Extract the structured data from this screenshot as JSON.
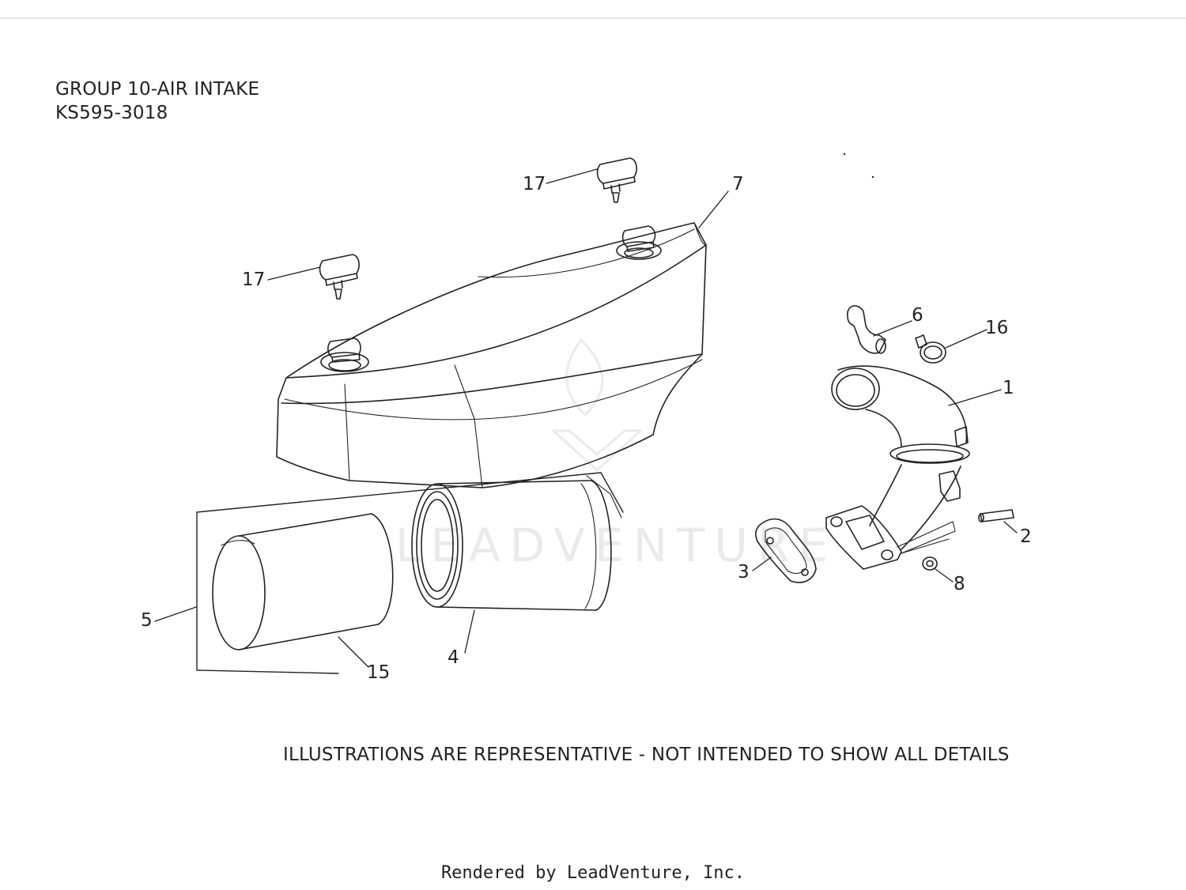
{
  "header": {
    "group_title": "GROUP 10-AIR INTAKE",
    "model_code": "KS595-3018"
  },
  "callouts": {
    "c1": "1",
    "c2": "2",
    "c3": "3",
    "c4": "4",
    "c5": "5",
    "c6": "6",
    "c7": "7",
    "c8": "8",
    "c15": "15",
    "c16": "16",
    "c17a": "17",
    "c17b": "17"
  },
  "disclaimer": "ILLUSTRATIONS ARE REPRESENTATIVE - NOT INTENDED TO SHOW ALL DETAILS",
  "footer": "Rendered by LeadVenture, Inc.",
  "watermark": "LEADVENTURE",
  "colors": {
    "line": "#222222",
    "watermark": "#d2d2d2",
    "background": "#ffffff"
  }
}
